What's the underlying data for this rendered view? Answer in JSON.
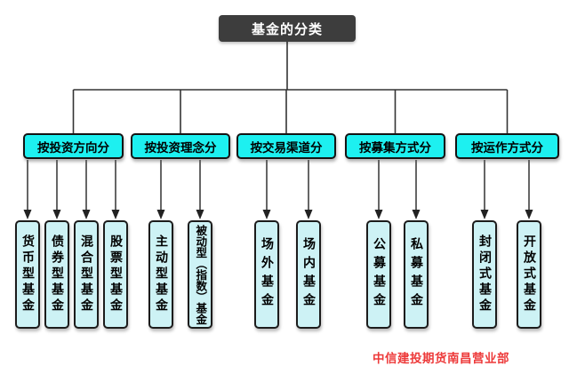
{
  "title": {
    "label": "基金的分类"
  },
  "categories": [
    {
      "label": "按投资方向分",
      "children": [
        {
          "label": "货币型基金"
        },
        {
          "label": "债券型基金"
        },
        {
          "label": "混合型基金"
        },
        {
          "label": "股票型基金"
        }
      ]
    },
    {
      "label": "按投资理念分",
      "children": [
        {
          "label": "主动型基金"
        },
        {
          "label": "被动型（指数）基金"
        }
      ]
    },
    {
      "label": "按交易渠道分",
      "children": [
        {
          "label": "场外基金"
        },
        {
          "label": "场内基金"
        }
      ]
    },
    {
      "label": "按募集方式分",
      "children": [
        {
          "label": "公募基金"
        },
        {
          "label": "私募基金"
        }
      ]
    },
    {
      "label": "按运作方式分",
      "children": [
        {
          "label": "封闭式基金"
        },
        {
          "label": "开放式基金"
        }
      ]
    }
  ],
  "footer": {
    "watermark": "中信建投期货南昌营业部"
  },
  "colors": {
    "root_fill": "#3d3d3d",
    "root_text": "#ffffff",
    "category_fill": "#1df0f0",
    "child_fill": "#cdf2f5",
    "border": "#1c1c1c",
    "line": "#333333",
    "watermark_red": "#ed3a3a",
    "background": "#ffffff"
  }
}
